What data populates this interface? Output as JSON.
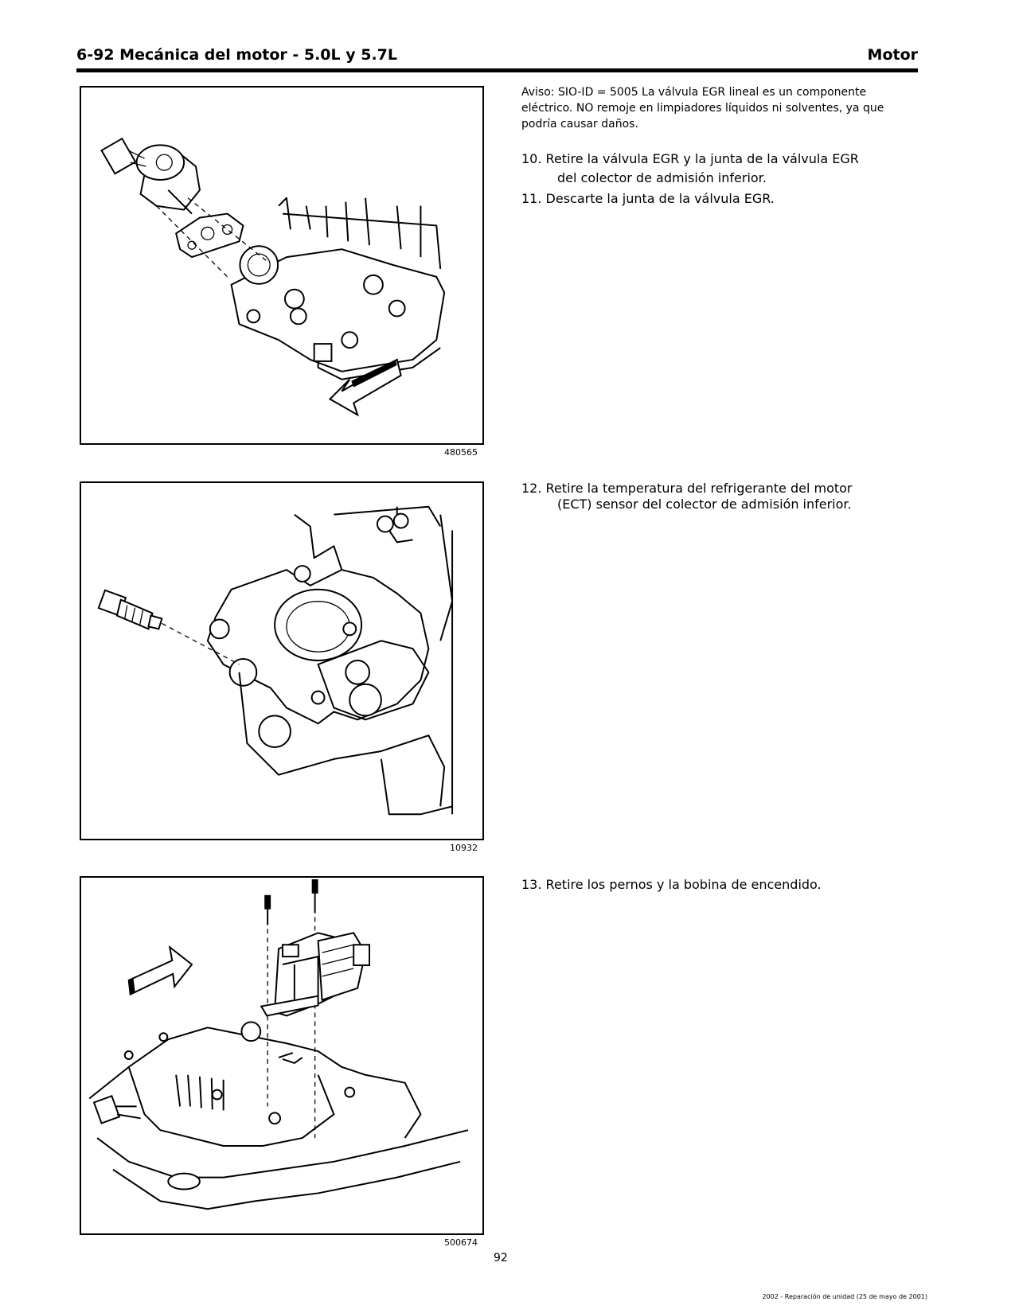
{
  "header": {
    "title": "6-92 Mecánica del motor - 5.0L y 5.7L",
    "section": "Motor"
  },
  "figures": [
    {
      "id": "480565",
      "icons": [
        "egr-valve-icon",
        "egr-gasket-icon",
        "direction-arrow-icon"
      ]
    },
    {
      "id": "10932",
      "icons": [
        "ect-sensor-icon"
      ]
    },
    {
      "id": "500674",
      "icons": [
        "ignition-coil-icon",
        "bolt-icon",
        "direction-arrow-icon"
      ]
    }
  ],
  "notice": "Aviso: SIO-ID = 5005 La válvula EGR lineal es un componente eléctrico. NO remoje en limpiadores líquidos ni solventes, ya que podría causar daños.",
  "steps": [
    {
      "num": "10.",
      "line1": "Retire la válvula EGR y la junta de la válvula EGR",
      "line2": "del colector de admisión inferior."
    },
    {
      "num": "11.",
      "line1": "Descarte la junta de la válvula EGR.",
      "line2": ""
    },
    {
      "num": "12.",
      "line1": "Retire la temperatura del refrigerante del motor",
      "line2": "(ECT) sensor del colector de admisión inferior."
    },
    {
      "num": "13.",
      "line1": "Retire los pernos y la bobina de encendido.",
      "line2": ""
    }
  ],
  "footer": {
    "page_number": "92",
    "note": "2002 - Reparación de unidad (25 de mayo de 2001)"
  }
}
